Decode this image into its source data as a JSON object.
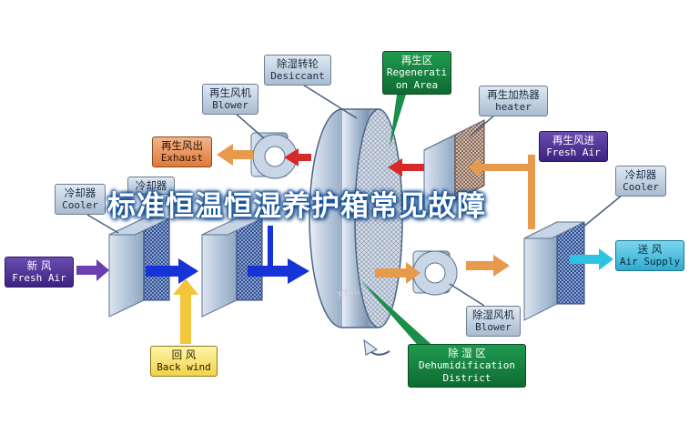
{
  "overlay_title": "标准恒温恒湿养护箱常见故障",
  "watermark": "XTSL",
  "labels": {
    "desiccant": {
      "cn": "除湿转轮",
      "en": "Desiccant"
    },
    "regeneration_area": {
      "cn": "再生区",
      "en1": "Regenerati",
      "en2": "on Area"
    },
    "regen_blower": {
      "cn": "再生风机",
      "en": "Blower"
    },
    "regen_heater": {
      "cn": "再生加热器",
      "en": "heater"
    },
    "exhaust": {
      "cn": "再生风出",
      "en": "Exhaust"
    },
    "regen_fresh_air": {
      "cn": "再生风进",
      "en": "Fresh Air"
    },
    "cooler_left": {
      "cn": "冷却器",
      "en": "Cooler"
    },
    "cooler_mid": {
      "cn": "冷却器"
    },
    "cooler_right": {
      "cn": "冷却器",
      "en": "Cooler"
    },
    "fresh_air": {
      "cn": "新     风",
      "en": "Fresh Air"
    },
    "air_supply": {
      "cn": "送   风",
      "en": "Air Supply"
    },
    "back_wind": {
      "cn": "回     风",
      "en": "Back wind"
    },
    "dehum_blower": {
      "cn": "除湿风机",
      "en": "Blower"
    },
    "dehum_district": {
      "cn": "除   湿   区",
      "en1": "Dehumidification",
      "en2": "District"
    }
  },
  "colors": {
    "process_air": "#1533d6",
    "regen_air": "#d8292a",
    "fresh_air": "#6a3fb0",
    "back_wind": "#f2c73a",
    "supply_air": "#2ec3e0",
    "warm_air": "#e89a4c"
  }
}
